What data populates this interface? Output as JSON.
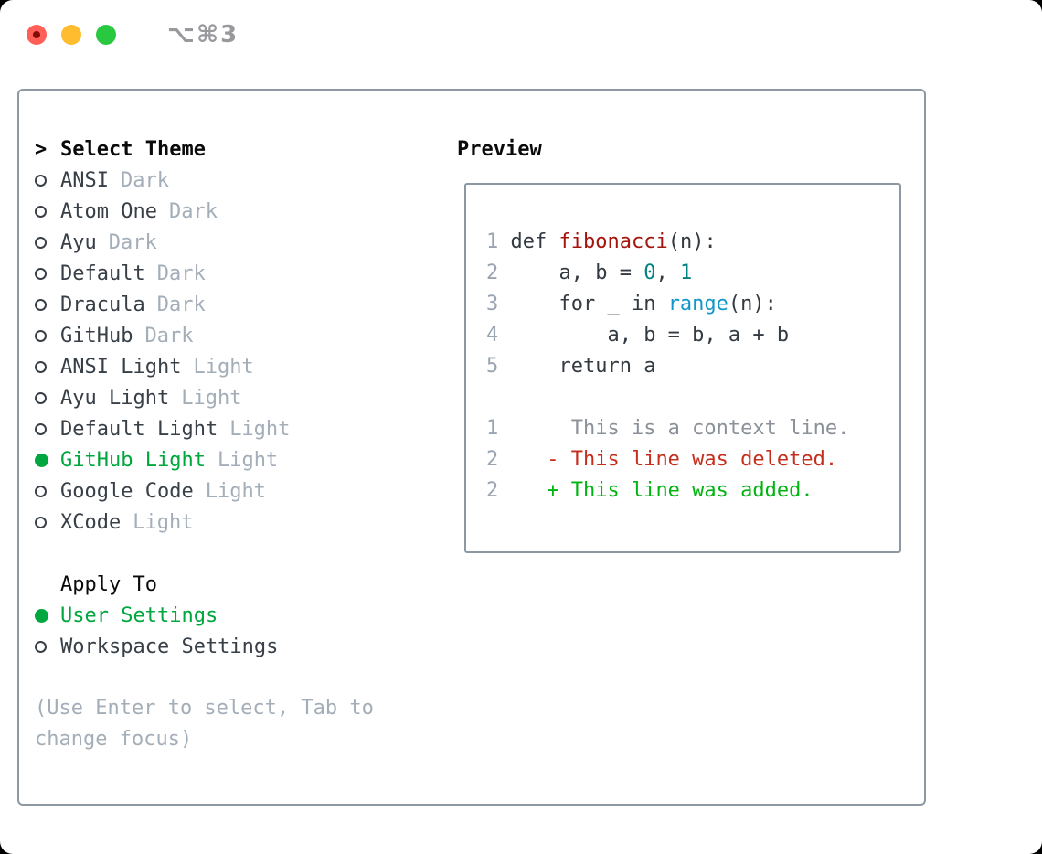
{
  "window": {
    "title": "⌥⌘3"
  },
  "titlebar": {
    "buttons": [
      "close",
      "minimize",
      "zoom"
    ]
  },
  "theme_picker": {
    "prompt": ">",
    "header": "Select Theme",
    "items": [
      {
        "name": "ANSI",
        "variant": "Dark",
        "selected": false
      },
      {
        "name": "Atom One",
        "variant": "Dark",
        "selected": false
      },
      {
        "name": "Ayu",
        "variant": "Dark",
        "selected": false
      },
      {
        "name": "Default",
        "variant": "Dark",
        "selected": false
      },
      {
        "name": "Dracula",
        "variant": "Dark",
        "selected": false
      },
      {
        "name": "GitHub",
        "variant": "Dark",
        "selected": false
      },
      {
        "name": "ANSI Light",
        "variant": "Light",
        "selected": false
      },
      {
        "name": "Ayu Light",
        "variant": "Light",
        "selected": false
      },
      {
        "name": "Default Light",
        "variant": "Light",
        "selected": false
      },
      {
        "name": "GitHub Light",
        "variant": "Light",
        "selected": true
      },
      {
        "name": "Google Code",
        "variant": "Light",
        "selected": false
      },
      {
        "name": "XCode",
        "variant": "Light",
        "selected": false
      }
    ]
  },
  "apply_to": {
    "header": "Apply To",
    "items": [
      {
        "name": "User Settings",
        "selected": true
      },
      {
        "name": "Workspace Settings",
        "selected": false
      }
    ]
  },
  "hint": "(Use Enter to select, Tab to change focus)",
  "preview": {
    "header": "Preview",
    "lines": [
      [
        {
          "t": "1 ",
          "c": "ln"
        },
        {
          "t": "def ",
          "c": "code"
        },
        {
          "t": "fibonacci",
          "c": "fn"
        },
        {
          "t": "(n):",
          "c": "code"
        }
      ],
      [
        {
          "t": "2 ",
          "c": "ln"
        },
        {
          "t": "    a, b = ",
          "c": "code"
        },
        {
          "t": "0",
          "c": "num"
        },
        {
          "t": ", ",
          "c": "code"
        },
        {
          "t": "1",
          "c": "num"
        }
      ],
      [
        {
          "t": "3 ",
          "c": "ln"
        },
        {
          "t": "    for _ in ",
          "c": "code"
        },
        {
          "t": "range",
          "c": "builtin"
        },
        {
          "t": "(n):",
          "c": "code"
        }
      ],
      [
        {
          "t": "4 ",
          "c": "ln"
        },
        {
          "t": "        a, b = b, a + b",
          "c": "code"
        }
      ],
      [
        {
          "t": "5 ",
          "c": "ln"
        },
        {
          "t": "    return a",
          "c": "code"
        }
      ],
      [],
      [
        {
          "t": "1 ",
          "c": "ln"
        },
        {
          "t": "     This is a context line.",
          "c": "ctx"
        }
      ],
      [
        {
          "t": "2 ",
          "c": "ln"
        },
        {
          "t": "   - This line was deleted.",
          "c": "del"
        }
      ],
      [
        {
          "t": "2 ",
          "c": "ln"
        },
        {
          "t": "   + This line was added.",
          "c": "add"
        }
      ]
    ]
  },
  "colors": {
    "border": "#8e98a4",
    "text": "#383f47",
    "muted": "#a4aeb9",
    "green": "#00a63e",
    "header": "#0a0a0a",
    "linenum": "#9aa4b1",
    "codetext": "#333a41",
    "func": "#a6150d",
    "number": "#008080",
    "builtin": "#1195cb",
    "context": "#8b9199",
    "deleted": "#c52e1d",
    "added": "#00b410",
    "title_gray": "#98989d",
    "light_red": "#ff5f57",
    "light_red_inner": "#850b06",
    "light_yellow": "#febc2e",
    "light_green": "#28c840"
  }
}
